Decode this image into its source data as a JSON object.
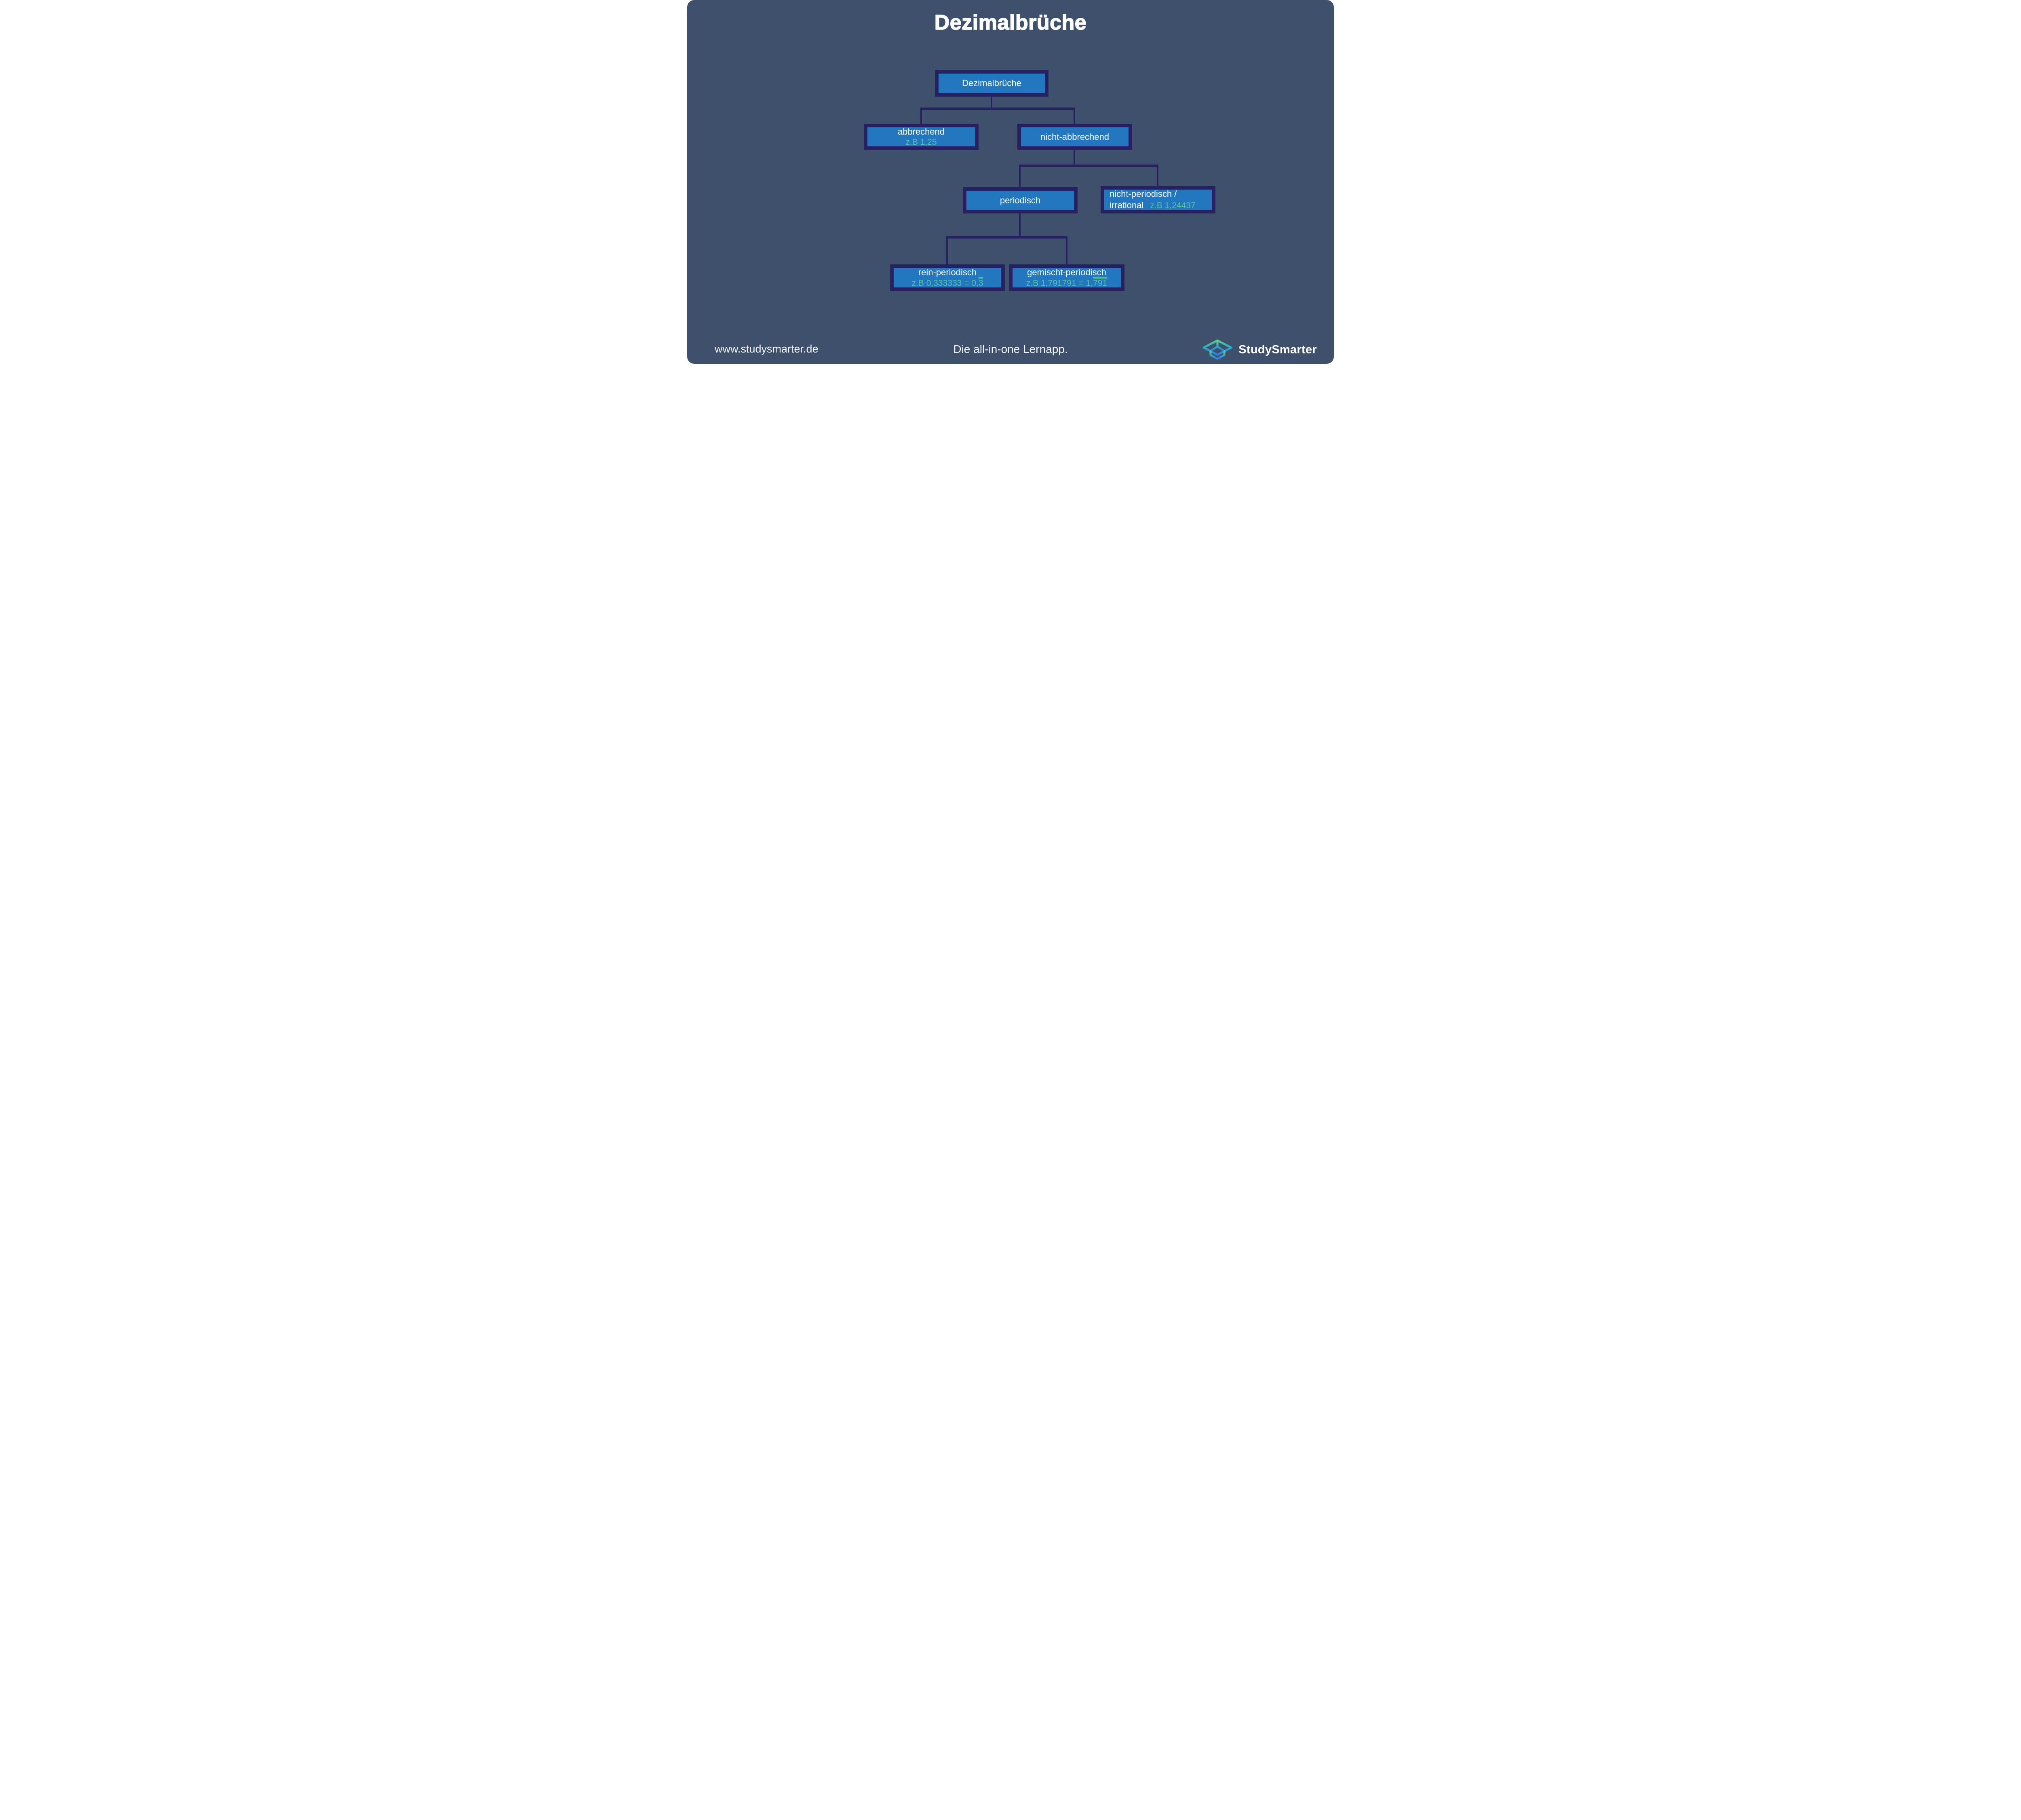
{
  "page": {
    "title": "Dezimalbrüche"
  },
  "colors": {
    "background": "#3e506b",
    "box_fill": "#2377be",
    "box_border": "#272161",
    "connector": "#272161",
    "label_text": "#ffffff",
    "example_text": "#55c2a1",
    "logo_gradient_top": "#5ec98f",
    "logo_gradient_mid": "#2cb3be",
    "logo_gradient_bottom": "#2f7ae0"
  },
  "tree": {
    "root": {
      "label": "Dezimalbrüche"
    },
    "abbrechend": {
      "label": "abbrechend",
      "example": "z.B 1,25"
    },
    "nicht_abbrechend": {
      "label": "nicht-abbrechend"
    },
    "periodisch": {
      "label": "periodisch"
    },
    "nicht_periodisch": {
      "label_line1": "nicht-periodisch /",
      "label_line2": "irrational",
      "example": "z.B 1,24437"
    },
    "rein_periodisch": {
      "label": "rein-periodisch",
      "example_prefix": "z.B 0,333333 = 0,",
      "example_overline": "3"
    },
    "gemischt_periodisch": {
      "label": "gemischt-periodisch",
      "example_prefix": "z.B 1,791791 = 1,",
      "example_overline": "791"
    }
  },
  "footer": {
    "website": "www.studysmarter.de",
    "tagline": "Die all-in-one Lernapp.",
    "brand": "StudySmarter"
  }
}
